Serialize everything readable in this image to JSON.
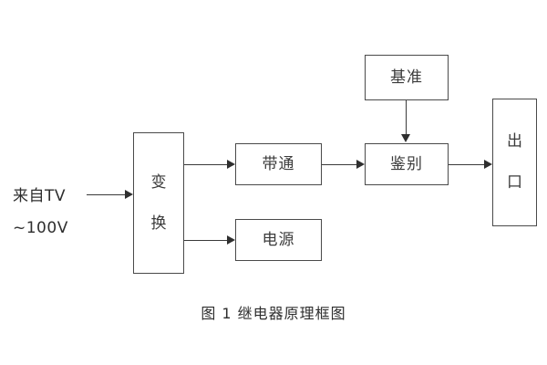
{
  "figure": {
    "caption": "图 1 继电器原理框图",
    "background_color": "#ffffff",
    "box_border_color": "#4a4a4a",
    "line_color": "#3a3a3a",
    "text_color": "#3b3b3b"
  },
  "source": {
    "line1": "来自TV",
    "line2": "~100V"
  },
  "nodes": {
    "transform": {
      "char_top": "变",
      "char_bottom": "换"
    },
    "bandpass": {
      "label": "带通"
    },
    "power": {
      "label": "电源"
    },
    "reference": {
      "label": "基准"
    },
    "discriminate": {
      "label": "鉴别"
    },
    "output": {
      "char_top": "出",
      "char_bottom": "口"
    }
  }
}
